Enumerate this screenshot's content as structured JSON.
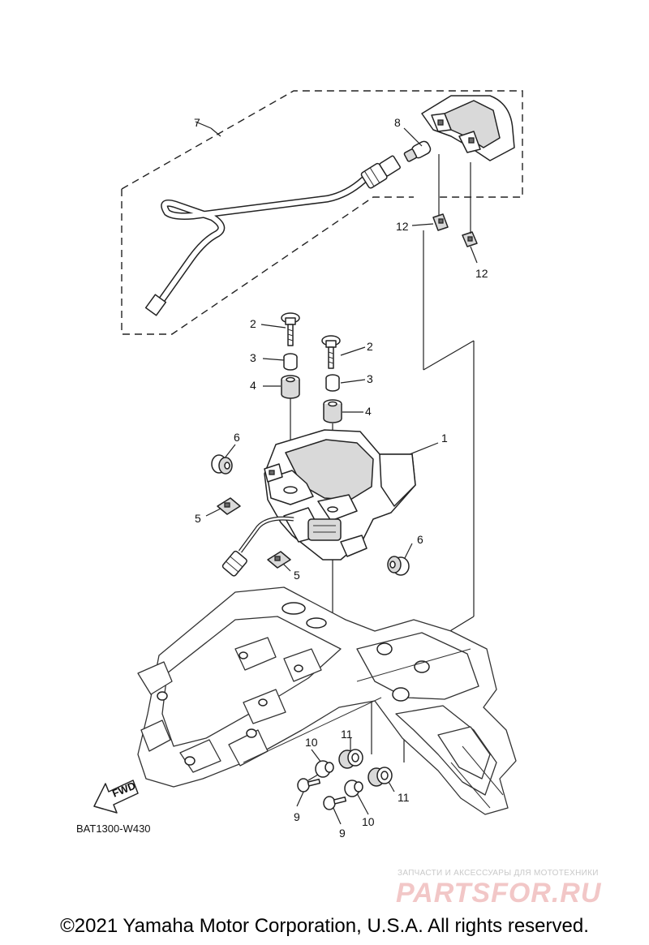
{
  "diagram": {
    "callouts": {
      "c1": "1",
      "c2a": "2",
      "c2b": "2",
      "c3a": "3",
      "c3b": "3",
      "c4a": "4",
      "c4b": "4",
      "c5a": "5",
      "c5b": "5",
      "c6a": "6",
      "c6b": "6",
      "c7": "7",
      "c8": "8",
      "c9a": "9",
      "c9b": "9",
      "c10a": "10",
      "c10b": "10",
      "c11a": "11",
      "c11b": "11",
      "c12a": "12",
      "c12b": "12"
    },
    "fwd_label": "FWD",
    "figure_code": "BAT1300-W430"
  },
  "watermark": {
    "tagline": "ЗАПЧАСТИ И АКСЕССУАРЫ ДЛЯ МОТОТЕХНИКИ",
    "brand": "PARTSFOR.RU"
  },
  "footer": {
    "copyright": "©2021 Yamaha Motor Corporation, U.S.A. All rights reserved."
  },
  "colors": {
    "line": "#222222",
    "watermark_brand": "#f2c7c7",
    "watermark_tagline": "#c9c9c9"
  }
}
